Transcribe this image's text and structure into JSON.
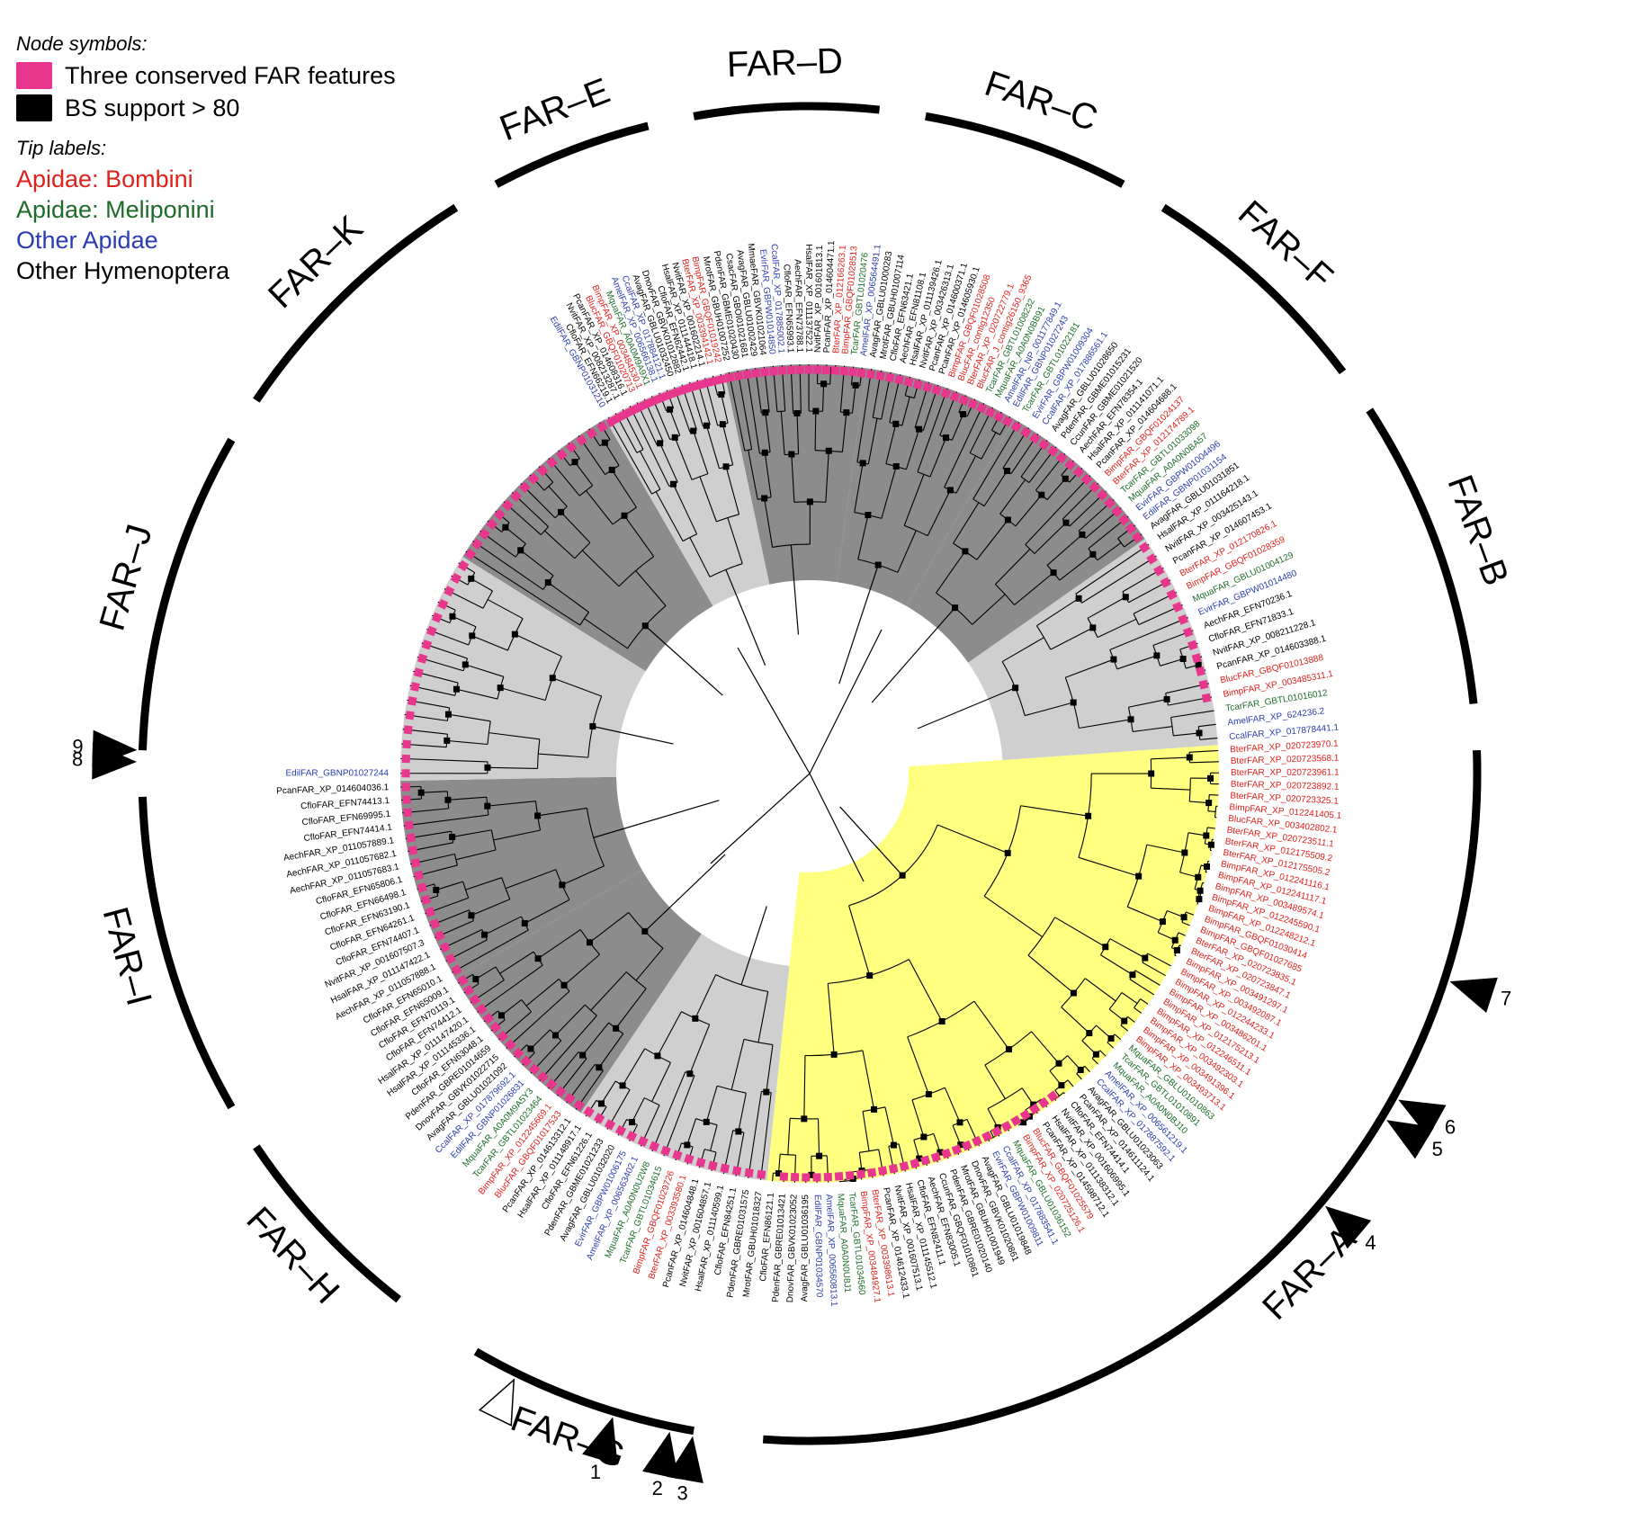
{
  "legend": {
    "node_symbols_heading": "Node symbols:",
    "node_symbols": [
      {
        "label": "Three conserved FAR features",
        "color": "#e8368f"
      },
      {
        "label": "BS support > 80",
        "color": "#000000"
      }
    ],
    "tip_labels_heading": "Tip labels:",
    "tip_labels": [
      {
        "label": "Apidae: Bombini",
        "color": "#e0201b"
      },
      {
        "label": "Apidae: Meliponini",
        "color": "#1e6b2a"
      },
      {
        "label": "Other Apidae",
        "color": "#2b3cb0"
      },
      {
        "label": "Other Hymenoptera",
        "color": "#000000"
      }
    ]
  },
  "colors": {
    "clade_dark": "#8c8c8c",
    "clade_light": "#cfcfcf",
    "highlight_far_a": "#ffff80",
    "feature_marker": "#e8368f"
  },
  "clades": [
    {
      "name": "FAR–A",
      "highlight": true
    },
    {
      "name": "FAR–B",
      "highlight": false
    },
    {
      "name": "FAR–C",
      "highlight": false
    },
    {
      "name": "FAR–D",
      "highlight": false
    },
    {
      "name": "FAR–E",
      "highlight": false
    },
    {
      "name": "FAR–F",
      "highlight": false
    },
    {
      "name": "FAR–G",
      "highlight": false
    },
    {
      "name": "FAR–H",
      "highlight": false
    },
    {
      "name": "FAR–I",
      "highlight": false
    },
    {
      "name": "FAR–J",
      "highlight": false
    },
    {
      "name": "FAR–K",
      "highlight": false
    }
  ],
  "markers": [
    {
      "label": "1",
      "filled": true
    },
    {
      "label": "2",
      "filled": true
    },
    {
      "label": "3",
      "filled": true
    },
    {
      "label": "4",
      "filled": true
    },
    {
      "label": "5",
      "filled": true
    },
    {
      "label": "6",
      "filled": true
    },
    {
      "label": "7",
      "filled": true
    },
    {
      "label": "8",
      "filled": true
    },
    {
      "label": "9",
      "filled": true
    },
    {
      "label": "",
      "filled": false
    }
  ],
  "tips": [
    {
      "label": "BterFAR_XP_020723970.1",
      "group": "bombini"
    },
    {
      "label": "BterFAR_XP_020723568.1",
      "group": "bombini"
    },
    {
      "label": "BterFAR_XP_020723961.1",
      "group": "bombini"
    },
    {
      "label": "BterFAR_XP_020723892.1",
      "group": "bombini"
    },
    {
      "label": "BterFAR_XP_020723325.1",
      "group": "bombini"
    },
    {
      "label": "BimpFAR_XP_012241405.1",
      "group": "bombini"
    },
    {
      "label": "BlucFAR_XP_003402802.1",
      "group": "bombini"
    },
    {
      "label": "BterFAR_XP_020723511.1",
      "group": "bombini"
    },
    {
      "label": "BterFAR_XP_012175509.2",
      "group": "bombini"
    },
    {
      "label": "BterFAR_XP_012175505.2",
      "group": "bombini"
    },
    {
      "label": "BimpFAR_XP_012241116.1",
      "group": "bombini"
    },
    {
      "label": "BimpFAR_XP_012241117.1",
      "group": "bombini"
    },
    {
      "label": "BimpFAR_XP_003489574.1",
      "group": "bombini"
    },
    {
      "label": "BimpFAR_XP_012245590.1",
      "group": "bombini"
    },
    {
      "label": "BimpFAR_XP_012248212.1",
      "group": "bombini"
    },
    {
      "label": "BimpFAR_GBQF01030414",
      "group": "bombini"
    },
    {
      "label": "BimpFAR_GBQF01027685",
      "group": "bombini"
    },
    {
      "label": "BterFAR_XP_020723835.1",
      "group": "bombini"
    },
    {
      "label": "BterFAR_XP_020723847.1",
      "group": "bombini"
    },
    {
      "label": "BimpFAR_XP_003491297.1",
      "group": "bombini"
    },
    {
      "label": "BimpFAR_XP_003492087.1",
      "group": "bombini"
    },
    {
      "label": "BimpFAR_XP_012244233.1",
      "group": "bombini"
    },
    {
      "label": "BimpFAR_XP_003486201.1",
      "group": "bombini"
    },
    {
      "label": "BimpFAR_XP_012175213.1",
      "group": "bombini"
    },
    {
      "label": "BimpFAR_XP_012246511.1",
      "group": "bombini"
    },
    {
      "label": "BimpFAR_XP_003492303.1",
      "group": "bombini"
    },
    {
      "label": "BimpFAR_XP_003491396.1",
      "group": "bombini"
    },
    {
      "label": "BimpFAR_XP_003493713.1",
      "group": "bombini"
    },
    {
      "label": "MquaFAR_GBLU01010863",
      "group": "meliponini"
    },
    {
      "label": "TcarFAR_GBTL01010891",
      "group": "meliponini"
    },
    {
      "label": "MquaFAR_A0A0N0BJ10",
      "group": "meliponini"
    },
    {
      "label": "AmelFAR_XP_006561219.1",
      "group": "other_apidae"
    },
    {
      "label": "CcalFAR_XP_017887592.1",
      "group": "other_apidae"
    },
    {
      "label": "AvagFAR_GBLU01023063",
      "group": "other"
    },
    {
      "label": "PcanFAR_XP_014611124.1",
      "group": "other"
    },
    {
      "label": "CfloFAR_EFN74414.1",
      "group": "other"
    },
    {
      "label": "NvitFAR_XP_001606995.1",
      "group": "other"
    },
    {
      "label": "HsalFAR_XP_011138312.1",
      "group": "other"
    },
    {
      "label": "PcanFAR_XP_014598712.1",
      "group": "other"
    },
    {
      "label": "BlucFAR_GBQF01025579",
      "group": "bombini"
    },
    {
      "label": "BimpFAR_XP_020725126.1",
      "group": "bombini"
    },
    {
      "label": "MquaFAR_GBLU01036152",
      "group": "meliponini"
    },
    {
      "label": "CcalFAR_XP_017883541.1",
      "group": "other_apidae"
    },
    {
      "label": "EvirFAR_GBPW01009811",
      "group": "other_apidae"
    },
    {
      "label": "AvagFAR_GBLU01019848",
      "group": "other"
    },
    {
      "label": "DnovFAR_GBVK01020861",
      "group": "other"
    },
    {
      "label": "MrotFAR_GBUH01001949",
      "group": "other"
    },
    {
      "label": "PdenFAR_GBRE01020140",
      "group": "other"
    },
    {
      "label": "CcunFAR_GBQF01010861",
      "group": "other"
    },
    {
      "label": "AechFAR_EFN83005.1",
      "group": "other"
    },
    {
      "label": "CfloFAR_EFN82411.1",
      "group": "other"
    },
    {
      "label": "HsalFAR_XP_011145512.1",
      "group": "other"
    },
    {
      "label": "NvitFAR_XP_001607513.1",
      "group": "other"
    },
    {
      "label": "PcanFAR_XP_014612433.1",
      "group": "other"
    },
    {
      "label": "BterFAR_XP_003398613.1",
      "group": "bombini"
    },
    {
      "label": "BimpFAR_XP_003484927.1",
      "group": "bombini"
    },
    {
      "label": "TcarFAR_GBTL01034560",
      "group": "meliponini"
    },
    {
      "label": "MquaFAR_A0A0N0U8J1",
      "group": "meliponini"
    },
    {
      "label": "AmelFAR_XP_006560813.1",
      "group": "other_apidae"
    },
    {
      "label": "EdilFAR_GBNP01034570",
      "group": "other_apidae"
    },
    {
      "label": "AvagFAR_GBLU01036195",
      "group": "other"
    },
    {
      "label": "DnovFAR_GBVK01023052",
      "group": "other"
    },
    {
      "label": "PdenFAR_GBRE01013421",
      "group": "other"
    },
    {
      "label": "CfloFAR_EFN86121.1",
      "group": "other"
    },
    {
      "label": "HsalFAR_XP_011164218.1",
      "group": "other"
    },
    {
      "label": "NvitFAR_XP_003425143.1",
      "group": "other"
    },
    {
      "label": "PcanFAR_XP_014607453.1",
      "group": "other"
    },
    {
      "label": "BterFAR_XP_012170826.1",
      "group": "bombini"
    },
    {
      "label": "BimpFAR_GBQF01028359",
      "group": "bombini"
    },
    {
      "label": "MquaFAR_GBLU01004129",
      "group": "meliponini"
    },
    {
      "label": "EvirFAR_GBPW01014480",
      "group": "other_apidae"
    },
    {
      "label": "AechFAR_EFN70236.1",
      "group": "other"
    },
    {
      "label": "CfloFAR_EFN71833.1",
      "group": "other"
    },
    {
      "label": "NvitFAR_XP_008211228.1",
      "group": "other"
    },
    {
      "label": "PcanFAR_XP_014603388.1",
      "group": "other"
    },
    {
      "label": "BlucFAR_GBQF01013888",
      "group": "bombini"
    },
    {
      "label": "BimpFAR_XP_003485311.1",
      "group": "bombini"
    },
    {
      "label": "TcarFAR_GBTL01016012",
      "group": "meliponini"
    },
    {
      "label": "AmelFAR_XP_624236.2",
      "group": "other_apidae"
    },
    {
      "label": "CcalFAR_XP_017878441.1",
      "group": "other_apidae"
    },
    {
      "label": "AvagFAR_GBLU01000283",
      "group": "other"
    },
    {
      "label": "MrotFAR_GBUH01007114",
      "group": "other"
    },
    {
      "label": "CfloFAR_EFN63421.1",
      "group": "other"
    },
    {
      "label": "AechFAR_EFN81108.1",
      "group": "other"
    },
    {
      "label": "HsalFAR_XP_011139426.1",
      "group": "other"
    },
    {
      "label": "NvitFAR_XP_003426313.1",
      "group": "other"
    },
    {
      "label": "PcanFAR_XP_014600371.1",
      "group": "other"
    },
    {
      "label": "PcanFAR_XP_014605930.1",
      "group": "other"
    },
    {
      "label": "BimpFAR_GBQF01028508",
      "group": "bombini"
    },
    {
      "label": "BlucFAR_contig12350",
      "group": "bombini"
    },
    {
      "label": "BterFAR_XP_020722779.1",
      "group": "bombini"
    },
    {
      "label": "BlucFAR_J_contig26150_9365",
      "group": "bombini"
    },
    {
      "label": "TcarFAR_GBTL01008232",
      "group": "meliponini"
    },
    {
      "label": "MquaFAR_A0A0N0BB91",
      "group": "meliponini"
    },
    {
      "label": "AmelFAR_NP_001177849.1",
      "group": "other_apidae"
    },
    {
      "label": "EdilFAR_GBNP01027243",
      "group": "other_apidae"
    },
    {
      "label": "MrotFAR_GBUH01007252",
      "group": "other"
    },
    {
      "label": "PdenFAR_GBME01020430",
      "group": "other"
    },
    {
      "label": "CsacFAR_GBOI01021681",
      "group": "other"
    },
    {
      "label": "AvagFAR_GBLU01002429",
      "group": "other"
    },
    {
      "label": "MmaeFAR_GBVK01021064",
      "group": "other"
    },
    {
      "label": "EvirFAR_GBPW01014850",
      "group": "other_apidae"
    },
    {
      "label": "CcalFAR_XP_017885002.1",
      "group": "other_apidae"
    },
    {
      "label": "CfloFAR_EFN65993.1",
      "group": "other"
    },
    {
      "label": "AechFAR_EFN73788.1",
      "group": "other"
    },
    {
      "label": "HsalFAR_XP_011137522.1",
      "group": "other"
    },
    {
      "label": "NvitFAR_XP_001601813.1",
      "group": "other"
    },
    {
      "label": "PcanFAR_XP_014604471.1",
      "group": "other"
    },
    {
      "label": "BterFAR_XP_012166263.1",
      "group": "bombini"
    },
    {
      "label": "BimpFAR_GBQF01028513",
      "group": "bombini"
    },
    {
      "label": "TcarFAR_GBTL01020476",
      "group": "meliponini"
    },
    {
      "label": "AmelFAR_XP_006564491.1",
      "group": "other_apidae"
    },
    {
      "label": "EdilFAR_GBNP01031210",
      "group": "other_apidae"
    },
    {
      "label": "CfloFAR_EFN66219.1",
      "group": "other"
    },
    {
      "label": "NvitFAR_XP_008213287.1",
      "group": "other"
    },
    {
      "label": "PcanFAR_XP_014608316.1",
      "group": "other"
    },
    {
      "label": "BlucFAR_GBQF01020713",
      "group": "bombini"
    },
    {
      "label": "BimpFAR_XP_003484530.1",
      "group": "bombini"
    },
    {
      "label": "MquaFAR_A0A0M9A9X1",
      "group": "meliponini"
    },
    {
      "label": "AmelFAR_XP_006566138.1",
      "group": "other_apidae"
    },
    {
      "label": "CcalFAR_XP_017884121.1",
      "group": "other_apidae"
    },
    {
      "label": "AvagFAR_GBLU01032450",
      "group": "other"
    },
    {
      "label": "DnovFAR_GBVK01012882",
      "group": "other"
    },
    {
      "label": "CfloFAR_EFN62442.1",
      "group": "other"
    },
    {
      "label": "HsalFAR_XP_011144418.1",
      "group": "other"
    },
    {
      "label": "NvitFAR_XP_001602214.1",
      "group": "other"
    },
    {
      "label": "BterFAR_XP_003394142.1",
      "group": "bombini"
    },
    {
      "label": "BimpFAR_GBQF01019242",
      "group": "bombini"
    },
    {
      "label": "TcarFAR_GBTL01022181",
      "group": "meliponini"
    },
    {
      "label": "EvirFAR_GBPW01009304",
      "group": "other_apidae"
    },
    {
      "label": "CcalFAR_XP_017886561.1",
      "group": "other_apidae"
    },
    {
      "label": "AvagFAR_GBLU01028650",
      "group": "other"
    },
    {
      "label": "PdenFAR_GBME01015231",
      "group": "other"
    },
    {
      "label": "CcunFAR_GBME01021520",
      "group": "other"
    },
    {
      "label": "AechFAR_EFN78354.1",
      "group": "other"
    },
    {
      "label": "HsalFAR_XP_011141071.1",
      "group": "other"
    },
    {
      "label": "PcanFAR_XP_014604688.1",
      "group": "other"
    },
    {
      "label": "BimpFAR_GBQF01024137",
      "group": "bombini"
    },
    {
      "label": "BterFAR_XP_012174789.1",
      "group": "bombini"
    },
    {
      "label": "TcarFAR_GBTL01033098",
      "group": "meliponini"
    },
    {
      "label": "MquaFAR_A0A0N0BA57",
      "group": "meliponini"
    },
    {
      "label": "EvirFAR_GBPW01004496",
      "group": "other_apidae"
    },
    {
      "label": "EdilFAR_GBNP01031154",
      "group": "other_apidae"
    },
    {
      "label": "AvagFAR_GBLU01031851",
      "group": "other"
    },
    {
      "label": "MrotFAR_GBUH01018327",
      "group": "other"
    },
    {
      "label": "PdenFAR_GBRE01031575",
      "group": "other"
    },
    {
      "label": "CfloFAR_EFN84251.1",
      "group": "other"
    },
    {
      "label": "HsalFAR_XP_011140599.1",
      "group": "other"
    },
    {
      "label": "NvitFAR_XP_001604857.1",
      "group": "other"
    },
    {
      "label": "PcanFAR_XP_014604848.1",
      "group": "other"
    },
    {
      "label": "BterFAR_XP_003393580.1",
      "group": "bombini"
    },
    {
      "label": "BimpFAR_GBQF01029726",
      "group": "bombini"
    },
    {
      "label": "TcarFAR_GBTL01034615",
      "group": "meliponini"
    },
    {
      "label": "MquaFAR_A0A0N0U2W8",
      "group": "meliponini"
    },
    {
      "label": "AmelFAR_XP_006563402.1",
      "group": "other_apidae"
    },
    {
      "label": "EvirFAR_GBPW01006175",
      "group": "other_apidae"
    },
    {
      "label": "AvagFAR_GBLU01032020",
      "group": "other"
    },
    {
      "label": "PdenFAR_GBME01021233",
      "group": "other"
    },
    {
      "label": "CfloFAR_EFN61226.1",
      "group": "other"
    },
    {
      "label": "HsalFAR_XP_011148917.1",
      "group": "other"
    },
    {
      "label": "PcanFAR_XP_014613312.1",
      "group": "other"
    },
    {
      "label": "BlucFAR_GBQF01017533",
      "group": "bombini"
    },
    {
      "label": "BimpFAR_XP_012245669.1",
      "group": "bombini"
    },
    {
      "label": "TcarFAR_GBTL01023464",
      "group": "meliponini"
    },
    {
      "label": "MquaFAR_A0A0M9A5Y3",
      "group": "meliponini"
    },
    {
      "label": "EdilFAR_GBNP01026831",
      "group": "other_apidae"
    },
    {
      "label": "CcalFAR_XP_017879692.1",
      "group": "other_apidae"
    },
    {
      "label": "AvagFAR_GBLU01021092",
      "group": "other"
    },
    {
      "label": "DnovFAR_GBVK01022715",
      "group": "other"
    },
    {
      "label": "PdenFAR_GBRE01014659",
      "group": "other"
    },
    {
      "label": "CfloFAR_EFN63048.1",
      "group": "other"
    },
    {
      "label": "HsalFAR_XP_011145336.1",
      "group": "other"
    },
    {
      "label": "HsalFAR_XP_011147420.1",
      "group": "other"
    },
    {
      "label": "CfloFAR_EFN74412.1",
      "group": "other"
    },
    {
      "label": "CfloFAR_EFN70119.1",
      "group": "other"
    },
    {
      "label": "CfloFAR_EFN65009.1",
      "group": "other"
    },
    {
      "label": "CfloFAR_EFN65010.1",
      "group": "other"
    },
    {
      "label": "AechFAR_XP_011057888.1",
      "group": "other"
    },
    {
      "label": "HsalFAR_XP_011147422.1",
      "group": "other"
    },
    {
      "label": "NvitFAR_XP_001607507.3",
      "group": "other"
    },
    {
      "label": "CfloFAR_EFN74407.1",
      "group": "other"
    },
    {
      "label": "CfloFAR_EFN64261.1",
      "group": "other"
    },
    {
      "label": "CfloFAR_EFN63190.1",
      "group": "other"
    },
    {
      "label": "CfloFAR_EFN66498.1",
      "group": "other"
    },
    {
      "label": "CfloFAR_EFN65806.1",
      "group": "other"
    },
    {
      "label": "AechFAR_XP_011057683.1",
      "group": "other"
    },
    {
      "label": "AechFAR_XP_011057682.1",
      "group": "other"
    },
    {
      "label": "AechFAR_XP_011057889.1",
      "group": "other"
    },
    {
      "label": "CfloFAR_EFN74414.1",
      "group": "other"
    },
    {
      "label": "CfloFAR_EFN69995.1",
      "group": "other"
    },
    {
      "label": "CfloFAR_EFN74413.1",
      "group": "other"
    },
    {
      "label": "PcanFAR_XP_014604036.1",
      "group": "other"
    },
    {
      "label": "EdilFAR_GBNP01027244",
      "group": "other_apidae"
    }
  ]
}
